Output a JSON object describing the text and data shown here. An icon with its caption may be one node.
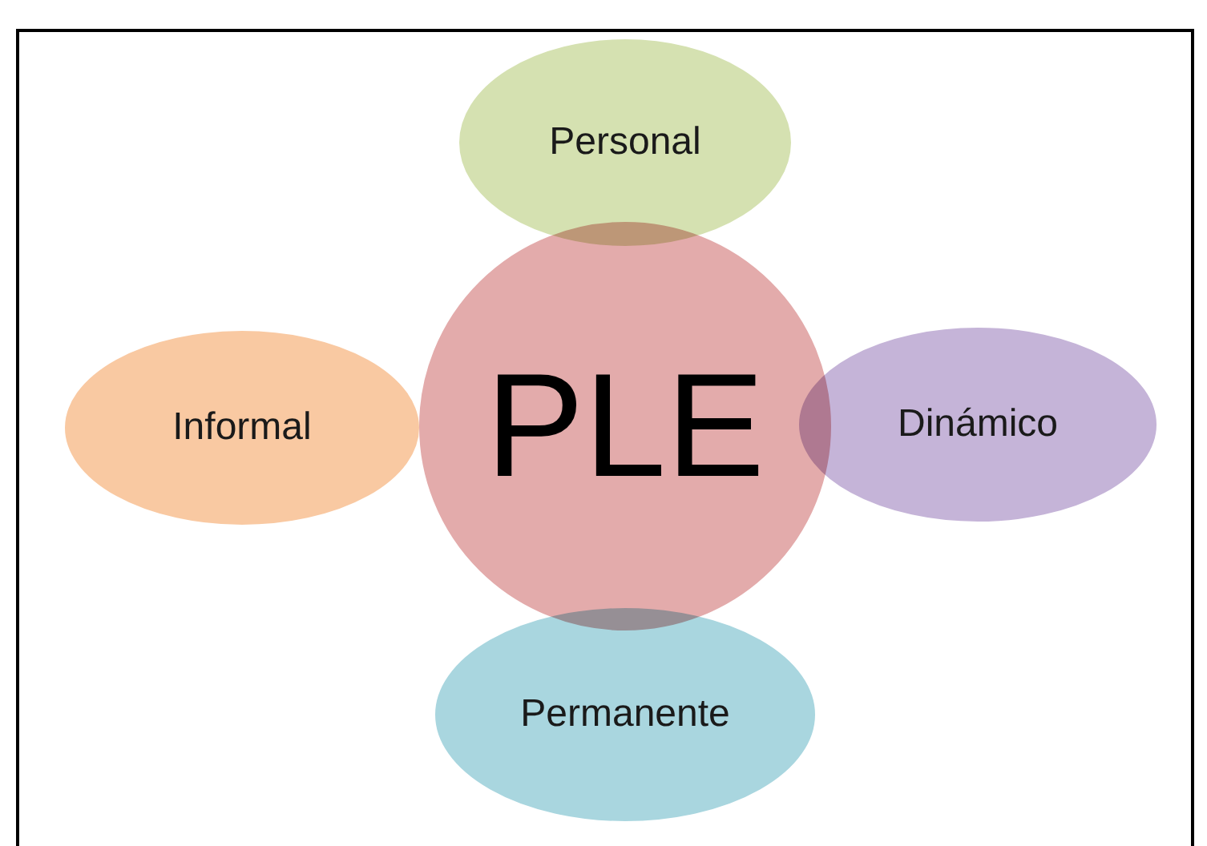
{
  "diagram": {
    "nodes": [
      {
        "text": [
          "PLE"
        ]
      },
      {
        "text": [
          "Personal"
        ]
      },
      {
        "text": [
          "Informal"
        ]
      },
      {
        "text": [
          "Dinámico"
        ]
      },
      {
        "text": [
          "Permanente"
        ]
      }
    ],
    "edges": []
  }
}
